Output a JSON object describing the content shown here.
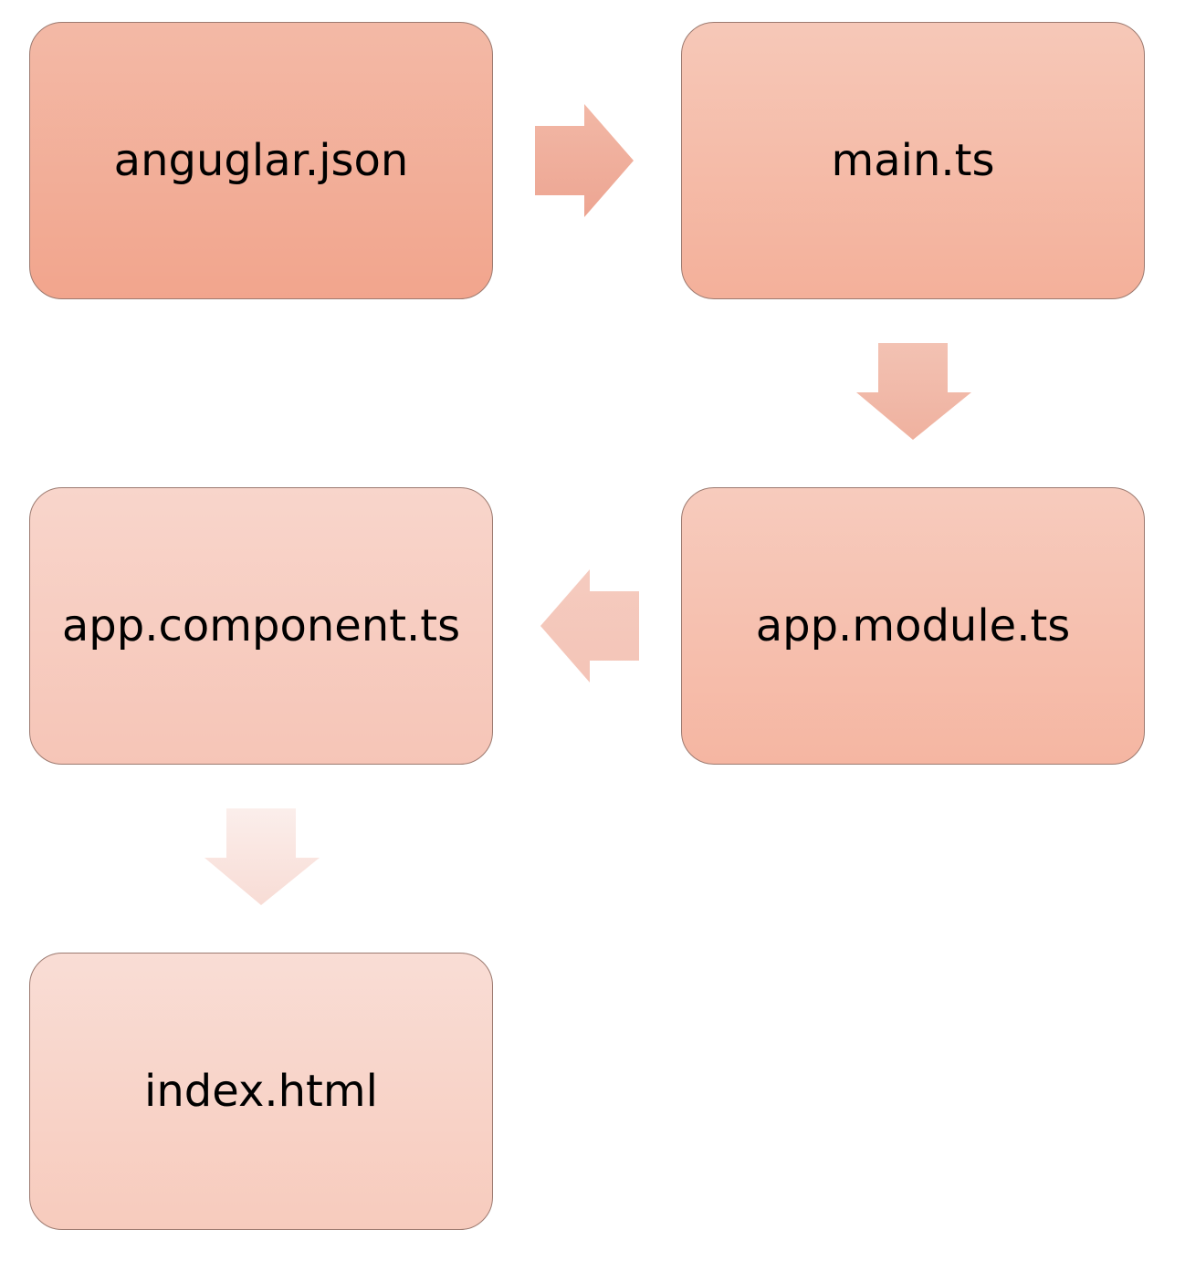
{
  "diagram": {
    "nodes": {
      "angular_json": "anguglar.json",
      "main_ts": "main.ts",
      "app_module_ts": "app.module.ts",
      "app_component_ts": "app.component.ts",
      "index_html": "index.html"
    },
    "edges": [
      {
        "from": "anguglar.json",
        "to": "main.ts"
      },
      {
        "from": "main.ts",
        "to": "app.module.ts"
      },
      {
        "from": "app.module.ts",
        "to": "app.component.ts"
      },
      {
        "from": "app.component.ts",
        "to": "index.html"
      }
    ],
    "colors": {
      "node_border": "#9c7a70",
      "node_1": "#f2a58d",
      "node_2": "#f4b09a",
      "node_3": "#f5b6a2",
      "node_4": "#f6c5b7",
      "node_5": "#f7cbbd",
      "arrow_1": "#eda592",
      "arrow_2": "#efb19f",
      "arrow_3": "#f4c4b7",
      "arrow_4": "#f9e3de",
      "text": "#000000",
      "background": "#ffffff"
    }
  }
}
